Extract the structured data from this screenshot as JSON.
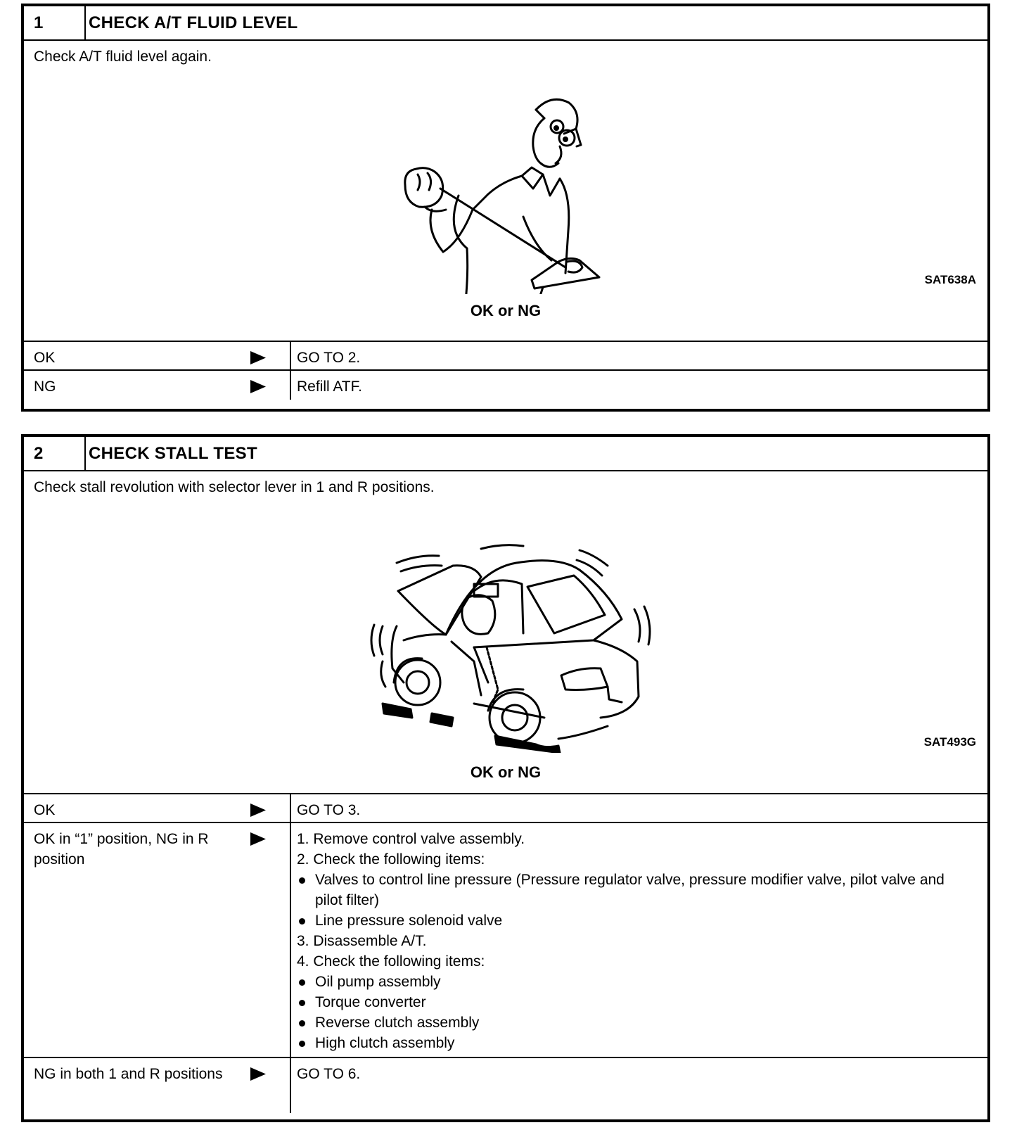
{
  "steps": [
    {
      "number": "1",
      "title": "CHECK A/T FLUID LEVEL",
      "instruction": "Check A/T fluid level again.",
      "figure_code": "SAT638A",
      "prompt": "OK or NG",
      "rows": [
        {
          "condition": "OK",
          "action": "GO TO 2."
        },
        {
          "condition": "NG",
          "action": "Refill ATF."
        }
      ]
    },
    {
      "number": "2",
      "title": "CHECK STALL TEST",
      "instruction": "Check stall revolution with selector lever in 1 and R positions.",
      "figure_code": "SAT493G",
      "prompt": "OK or NG",
      "rows": [
        {
          "condition": "OK",
          "action": "GO TO 3."
        },
        {
          "condition": "OK in “1” position, NG in R position",
          "action_lines": [
            "1.  Remove control valve assembly.",
            "2.  Check the following items:",
            "Valves to control line pressure (Pressure regulator valve, pressure modifier valve, pilot valve and pilot filter)",
            "Line pressure solenoid valve",
            "3.  Disassemble A/T.",
            "4.  Check the following items:",
            "Oil pump assembly",
            "Torque converter",
            "Reverse clutch assembly",
            "High clutch assembly"
          ]
        },
        {
          "condition": "NG in both 1 and R positions",
          "action": "GO TO 6."
        }
      ]
    }
  ]
}
